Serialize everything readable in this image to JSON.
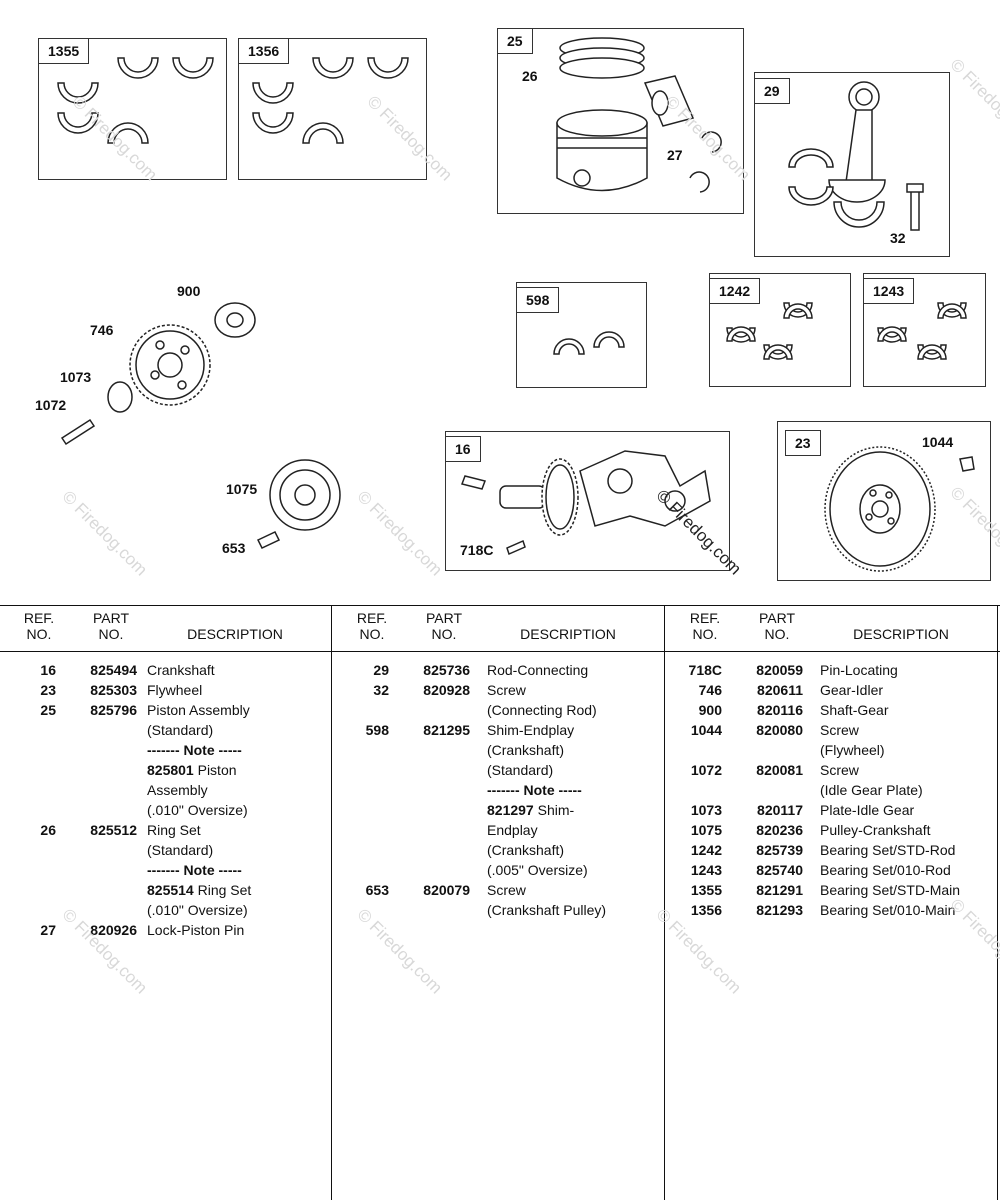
{
  "watermark": "© Firedog.com",
  "callouts": {
    "b1355": "1355",
    "b1356": "1356",
    "b25": "25",
    "l26": "26",
    "l27": "27",
    "b29": "29",
    "l32": "32",
    "l900": "900",
    "l746": "746",
    "l1073": "1073",
    "l1072": "1072",
    "b598": "598",
    "b1242": "1242",
    "b1243": "1243",
    "b16": "16",
    "l718c": "718C",
    "b23": "23",
    "l1044": "1044",
    "l1075": "1075",
    "l653": "653"
  },
  "table": {
    "headers": {
      "ref": "REF.",
      "ref2": "NO.",
      "part": "PART",
      "part2": "NO.",
      "desc": "DESCRIPTION"
    },
    "columns": [
      [
        {
          "ref": "16",
          "part": "825494",
          "desc": "Crankshaft"
        },
        {
          "ref": "23",
          "part": "825303",
          "desc": "Flywheel"
        },
        {
          "ref": "25",
          "part": "825796",
          "desc": "Piston Assembly"
        },
        {
          "ref": "",
          "part": "",
          "desc": "(Standard)"
        },
        {
          "ref": "",
          "part": "",
          "note": "------- Note -----"
        },
        {
          "ref": "",
          "part": "",
          "bold": "825801",
          "desc": " Piston"
        },
        {
          "ref": "",
          "part": "",
          "desc": "Assembly"
        },
        {
          "ref": "",
          "part": "",
          "desc": "(.010\" Oversize)"
        },
        {
          "ref": "26",
          "part": "825512",
          "desc": "Ring Set"
        },
        {
          "ref": "",
          "part": "",
          "desc": "(Standard)"
        },
        {
          "ref": "",
          "part": "",
          "note": "------- Note -----"
        },
        {
          "ref": "",
          "part": "",
          "bold": "825514",
          "desc": " Ring Set"
        },
        {
          "ref": "",
          "part": "",
          "desc": "(.010\" Oversize)"
        },
        {
          "ref": "27",
          "part": "820926",
          "desc": "Lock-Piston Pin"
        }
      ],
      [
        {
          "ref": "29",
          "part": "825736",
          "desc": "Rod-Connecting"
        },
        {
          "ref": "32",
          "part": "820928",
          "desc": "Screw"
        },
        {
          "ref": "",
          "part": "",
          "desc": "(Connecting Rod)"
        },
        {
          "ref": "598",
          "part": "821295",
          "desc": "Shim-Endplay"
        },
        {
          "ref": "",
          "part": "",
          "desc": "(Crankshaft)"
        },
        {
          "ref": "",
          "part": "",
          "desc": "(Standard)"
        },
        {
          "ref": "",
          "part": "",
          "note": "------- Note -----"
        },
        {
          "ref": "",
          "part": "",
          "bold": "821297",
          "desc": " Shim-"
        },
        {
          "ref": "",
          "part": "",
          "desc": "Endplay"
        },
        {
          "ref": "",
          "part": "",
          "desc": "(Crankshaft)"
        },
        {
          "ref": "",
          "part": "",
          "desc": "(.005\" Oversize)"
        },
        {
          "ref": "653",
          "part": "820079",
          "desc": "Screw"
        },
        {
          "ref": "",
          "part": "",
          "desc": "(Crankshaft Pulley)"
        }
      ],
      [
        {
          "ref": "718C",
          "part": "820059",
          "desc": "Pin-Locating"
        },
        {
          "ref": "746",
          "part": "820611",
          "desc": "Gear-Idler"
        },
        {
          "ref": "900",
          "part": "820116",
          "desc": "Shaft-Gear"
        },
        {
          "ref": "1044",
          "part": "820080",
          "desc": "Screw"
        },
        {
          "ref": "",
          "part": "",
          "desc": "(Flywheel)"
        },
        {
          "ref": "1072",
          "part": "820081",
          "desc": "Screw"
        },
        {
          "ref": "",
          "part": "",
          "desc": "(Idle Gear Plate)"
        },
        {
          "ref": "1073",
          "part": "820117",
          "desc": "Plate-Idle Gear"
        },
        {
          "ref": "1075",
          "part": "820236",
          "desc": "Pulley-Crankshaft"
        },
        {
          "ref": "1242",
          "part": "825739",
          "desc": "Bearing Set/STD-Rod"
        },
        {
          "ref": "1243",
          "part": "825740",
          "desc": "Bearing Set/010-Rod"
        },
        {
          "ref": "1355",
          "part": "821291",
          "desc": "Bearing Set/STD-Main"
        },
        {
          "ref": "1356",
          "part": "821293",
          "desc": "Bearing Set/010-Main"
        }
      ]
    ]
  }
}
